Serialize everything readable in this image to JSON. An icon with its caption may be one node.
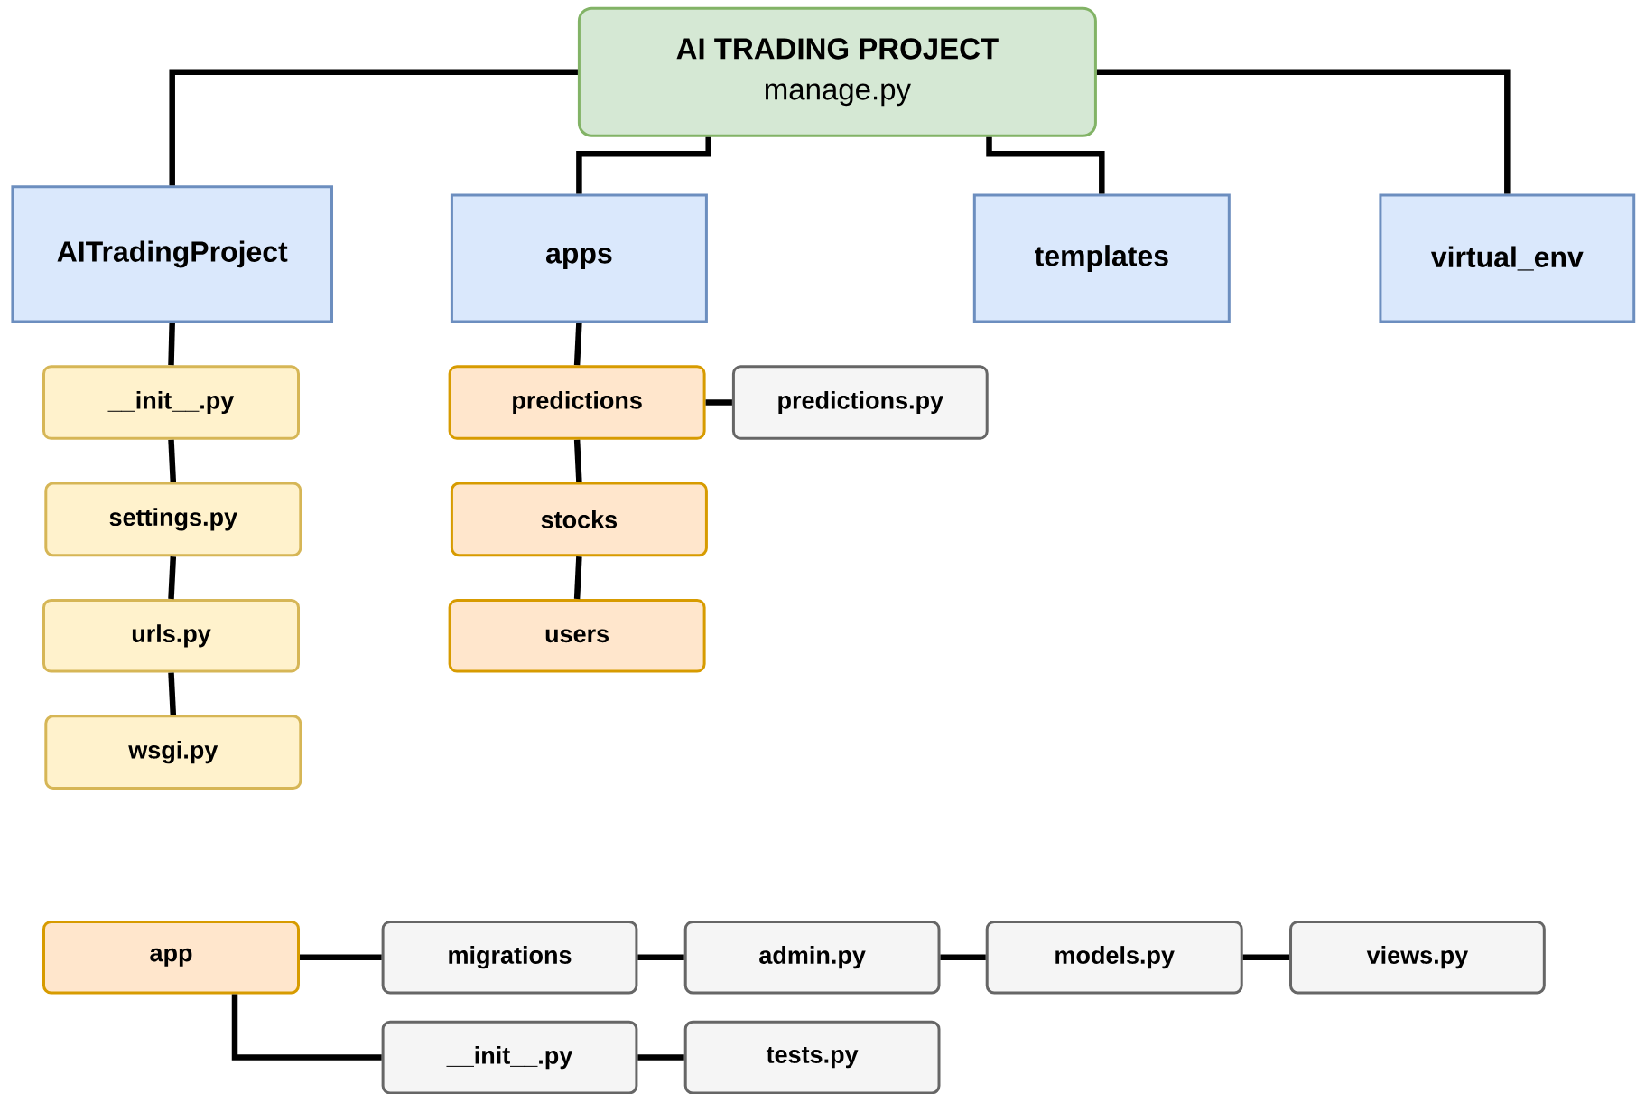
{
  "diagram": {
    "nodes": [
      {
        "text": [
          "AI TRADING PROJECT",
          "manage.py"
        ]
      },
      {
        "text": [
          "AITradingProject"
        ]
      },
      {
        "text": [
          "apps"
        ]
      },
      {
        "text": [
          "templates"
        ]
      },
      {
        "text": [
          "virtual_env"
        ]
      },
      {
        "text": [
          "__init__.py"
        ]
      },
      {
        "text": [
          "settings.py"
        ]
      },
      {
        "text": [
          "urls.py"
        ]
      },
      {
        "text": [
          "wsgi.py"
        ]
      },
      {
        "text": [
          "predictions"
        ]
      },
      {
        "text": [
          "predictions.py"
        ]
      },
      {
        "text": [
          "stocks"
        ]
      },
      {
        "text": [
          "users"
        ]
      },
      {
        "text": [
          "app"
        ]
      },
      {
        "text": [
          "migrations"
        ]
      },
      {
        "text": [
          "admin.py"
        ]
      },
      {
        "text": [
          "models.py"
        ]
      },
      {
        "text": [
          "views.py"
        ]
      },
      {
        "text": [
          "__init__.py"
        ]
      },
      {
        "text": [
          "tests.py"
        ]
      }
    ],
    "edges": [
      {
        "from": 0,
        "to": 1,
        "arrow": "none"
      },
      {
        "from": 0,
        "to": 2,
        "arrow": "none"
      },
      {
        "from": 0,
        "to": 3,
        "arrow": "none"
      },
      {
        "from": 0,
        "to": 4,
        "arrow": "none"
      },
      {
        "from": 1,
        "to": 5,
        "arrow": "none"
      },
      {
        "from": 5,
        "to": 6,
        "arrow": "none"
      },
      {
        "from": 6,
        "to": 7,
        "arrow": "none"
      },
      {
        "from": 7,
        "to": 8,
        "arrow": "none"
      },
      {
        "from": 2,
        "to": 9,
        "arrow": "none"
      },
      {
        "from": 9,
        "to": 10,
        "arrow": "none"
      },
      {
        "from": 9,
        "to": 11,
        "arrow": "none"
      },
      {
        "from": 11,
        "to": 12,
        "arrow": "none"
      },
      {
        "from": 13,
        "to": 14,
        "arrow": "none"
      },
      {
        "from": 14,
        "to": 15,
        "arrow": "none"
      },
      {
        "from": 15,
        "to": 16,
        "arrow": "none"
      },
      {
        "from": 16,
        "to": 17,
        "arrow": "none"
      },
      {
        "from": 13,
        "to": 18,
        "arrow": "none"
      },
      {
        "from": 18,
        "to": 19,
        "arrow": "none"
      }
    ]
  }
}
